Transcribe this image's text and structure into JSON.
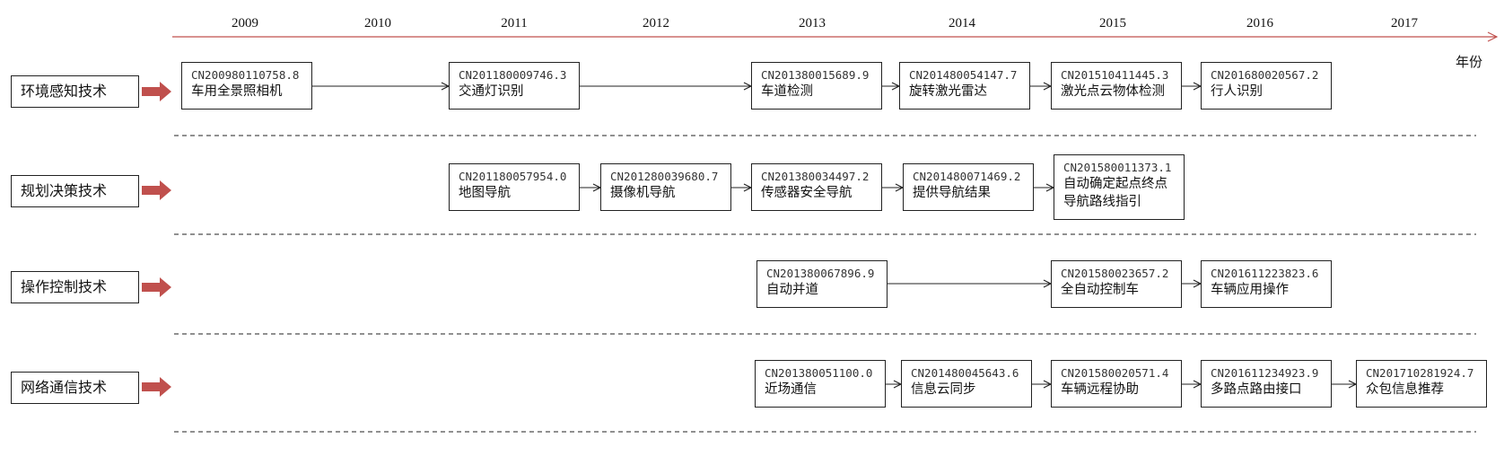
{
  "timeline": {
    "years": [
      "2009",
      "2010",
      "2011",
      "2012",
      "2013",
      "2014",
      "2015",
      "2016",
      "2017"
    ],
    "unit_label": "年份",
    "axis_color": "#c0504d"
  },
  "categories": [
    {
      "label": "环境感知技术",
      "nodes": [
        {
          "number": "CN200980110758.8",
          "title": "车用全景照相机"
        },
        {
          "number": "CN201180009746.3",
          "title": "交通灯识别"
        },
        {
          "number": "CN201380015689.9",
          "title": "车道检测"
        },
        {
          "number": "CN201480054147.7",
          "title": "旋转激光雷达"
        },
        {
          "number": "CN201510411445.3",
          "title": "激光点云物体检测"
        },
        {
          "number": "CN201680020567.2",
          "title": "行人识别"
        }
      ]
    },
    {
      "label": "规划决策技术",
      "nodes": [
        {
          "number": "CN201180057954.0",
          "title": "地图导航"
        },
        {
          "number": "CN201280039680.7",
          "title": "摄像机导航"
        },
        {
          "number": "CN201380034497.2",
          "title": "传感器安全导航"
        },
        {
          "number": "CN201480071469.2",
          "title": "提供导航结果"
        },
        {
          "number": "CN201580011373.1",
          "title": "自动确定起点终点",
          "title2": "导航路线指引"
        }
      ]
    },
    {
      "label": "操作控制技术",
      "nodes": [
        {
          "number": "CN201380067896.9",
          "title": "自动并道"
        },
        {
          "number": "CN201580023657.2",
          "title": "全自动控制车"
        },
        {
          "number": "CN201611223823.6",
          "title": "车辆应用操作"
        }
      ]
    },
    {
      "label": "网络通信技术",
      "nodes": [
        {
          "number": "CN201380051100.0",
          "title": "近场通信"
        },
        {
          "number": "CN201480045643.6",
          "title": "信息云同步"
        },
        {
          "number": "CN201580020571.4",
          "title": "车辆远程协助"
        },
        {
          "number": "CN201611234923.9",
          "title": "多路点路由接口"
        },
        {
          "number": "CN201710281924.7",
          "title": "众包信息推荐"
        }
      ]
    }
  ],
  "colors": {
    "category_arrow": "#c0504d",
    "text_number": "#333333"
  }
}
